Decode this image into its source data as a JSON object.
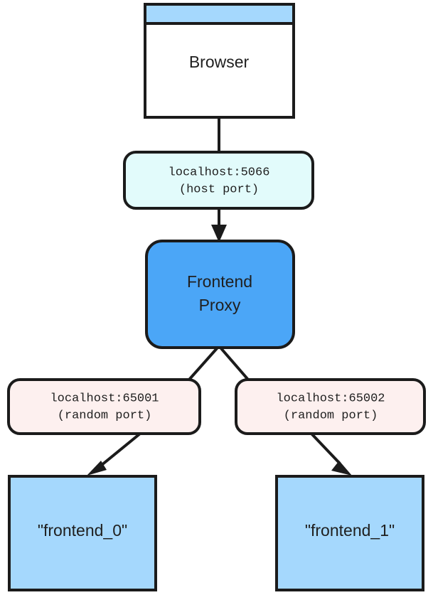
{
  "diagram": {
    "type": "flowchart",
    "direction": "top-down",
    "background": "#ffffff",
    "colors": {
      "stroke": "#1b1b1b",
      "browser_titlebar": "#a5d8fd",
      "browser_body": "#ffffff",
      "proxy_fill": "#4ba6f7",
      "host_port_fill": "#e2fbfb",
      "random_port_fill": "#fdf0ef",
      "service_fill": "#a5d8fd",
      "text": "#1f1f1f"
    },
    "nodes": {
      "browser": {
        "label": "Browser",
        "shape": "window"
      },
      "host_port": {
        "line1": "localhost:5066",
        "line2": "(host port)",
        "shape": "rounded-rect"
      },
      "proxy": {
        "line1": "Frontend",
        "line2": "Proxy",
        "shape": "rounded-rect"
      },
      "random_port_left": {
        "line1": "localhost:65001",
        "line2": "(random port)",
        "shape": "rounded-rect"
      },
      "random_port_right": {
        "line1": "localhost:65002",
        "line2": "(random port)",
        "shape": "rounded-rect"
      },
      "frontend_0": {
        "label": "\"frontend_0\"",
        "shape": "rect"
      },
      "frontend_1": {
        "label": "\"frontend_1\"",
        "shape": "rect"
      }
    },
    "edges": [
      {
        "from": "browser",
        "to": "host_port",
        "arrow": false
      },
      {
        "from": "host_port",
        "to": "proxy",
        "arrow": true
      },
      {
        "from": "proxy",
        "to": "random_port_left",
        "arrow": false
      },
      {
        "from": "proxy",
        "to": "random_port_right",
        "arrow": false
      },
      {
        "from": "random_port_left",
        "to": "frontend_0",
        "arrow": true
      },
      {
        "from": "random_port_right",
        "to": "frontend_1",
        "arrow": true
      }
    ]
  }
}
